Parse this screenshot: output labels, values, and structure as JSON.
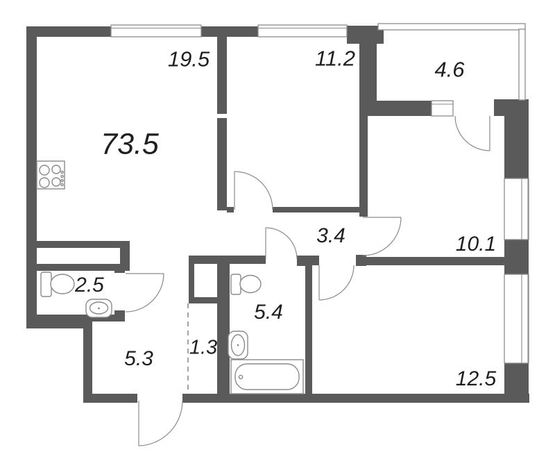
{
  "title": "Apartment floor plan",
  "colors": {
    "wall": "#5a5a5a",
    "line": "#8c8c8c",
    "fx": "#8a8a8a",
    "text": "#1f1f1f",
    "bg": "#ffffff"
  },
  "rooms": {
    "total": {
      "label": "73.5"
    },
    "living": {
      "label": "19.5"
    },
    "bedroom": {
      "label": "11.2"
    },
    "balcony": {
      "label": "4.6"
    },
    "hallway": {
      "label": "3.4"
    },
    "room_upper": {
      "label": "10.1"
    },
    "wc": {
      "label": "2.5"
    },
    "bathroom": {
      "label": "5.4"
    },
    "wardrobe": {
      "label": "1.3"
    },
    "entry_hall": {
      "label": "5.3"
    },
    "room_lower": {
      "label": "12.5"
    }
  },
  "fixtures": [
    "stove-icon",
    "toilet-icon",
    "sink-icon",
    "bathtub-icon"
  ]
}
